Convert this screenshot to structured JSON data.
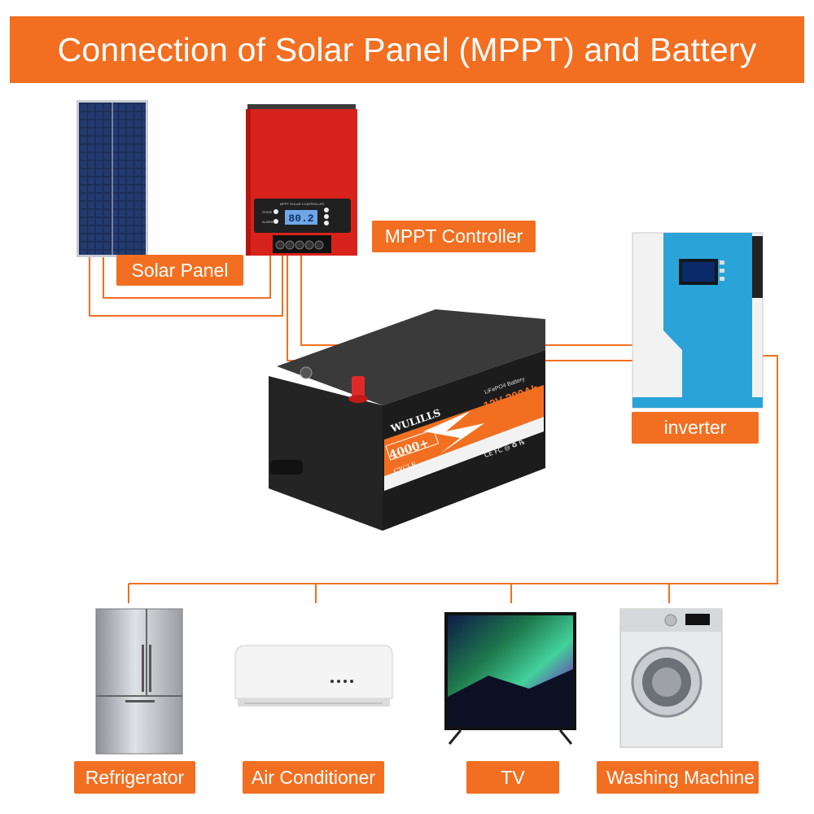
{
  "title": "Connection of Solar Panel (MPPT) and Battery",
  "components": {
    "solar_panel": "Solar Panel",
    "mppt_controller": "MPPT Controller",
    "inverter": "inverter"
  },
  "mppt_display": {
    "header": "MPPT SOLAR CONTROLLER",
    "readout": "80.2",
    "left_labels": [
      "STATE",
      "ALARM"
    ]
  },
  "battery": {
    "brand": "WULILLS",
    "cycles": "4000+",
    "cycle_word": "CYCLE",
    "chemistry": "LiFePO4 Battery",
    "rating": "12V 200Ah",
    "certs": "CE FC ◎ ♻ ℞"
  },
  "appliances": [
    "Refrigerator",
    "Air Conditioner",
    "TV",
    "Washing Machine"
  ],
  "colors": {
    "accent": "#f26f21",
    "wire": "#f26f21",
    "label_text": "#ffffff",
    "controller_red": "#d8221c",
    "inverter_blue": "#2aa3d8",
    "battery_black": "#1c1c1c"
  }
}
